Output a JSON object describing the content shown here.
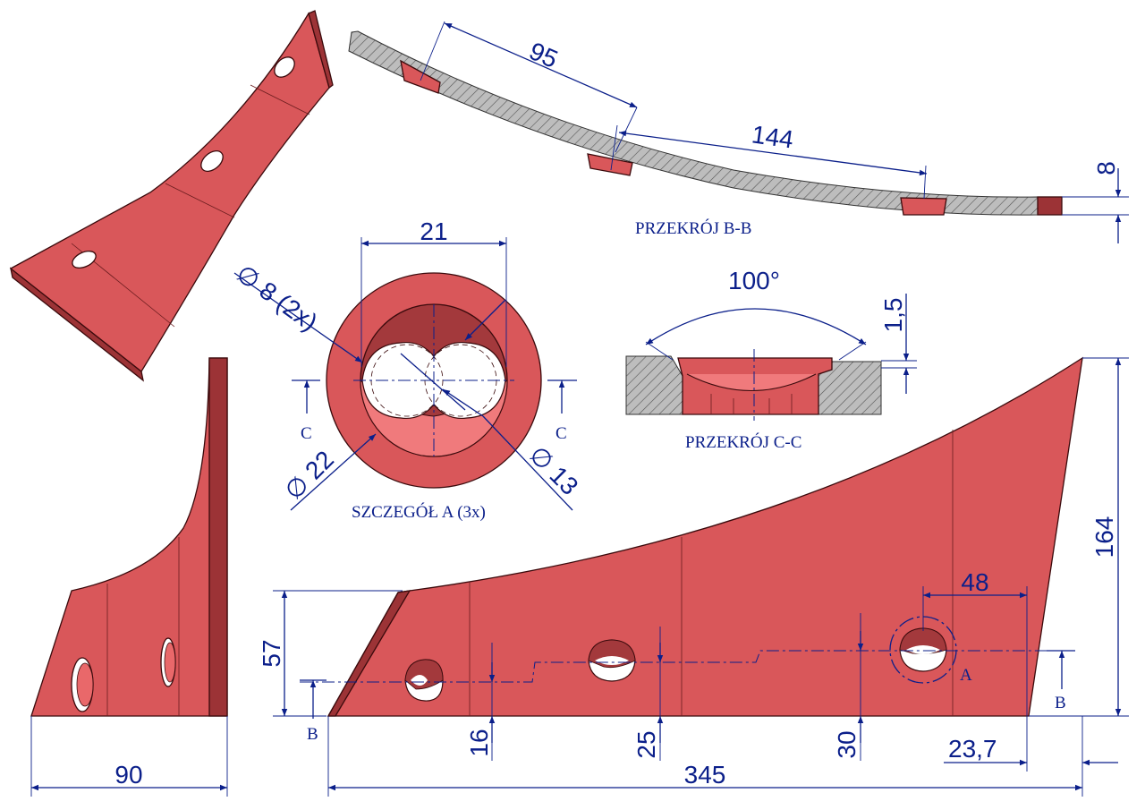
{
  "dimensions": {
    "d95": "95",
    "d144": "144",
    "d8": "8",
    "d21": "21",
    "d8_2x": "∅ 8  (2x)",
    "d22": "∅ 22",
    "d13": "∅ 13",
    "d100": "100°",
    "d1_5": "1,5",
    "d164": "164",
    "d48": "48",
    "d57": "57",
    "d16": "16",
    "d25": "25",
    "d30": "30",
    "d23_7": "23,7",
    "d345": "345",
    "d90": "90"
  },
  "labels": {
    "section_bb": "PRZEKRÓJ B-B",
    "section_cc": "PRZEKRÓJ C-C",
    "detail_a": "SZCZEGÓŁ A (3x)",
    "c_left": "C",
    "c_right": "C",
    "b_left": "B",
    "b_right": "B",
    "a_marker": "A"
  },
  "colors": {
    "part": "#d9575a",
    "dimension": "#0b1f8a"
  }
}
